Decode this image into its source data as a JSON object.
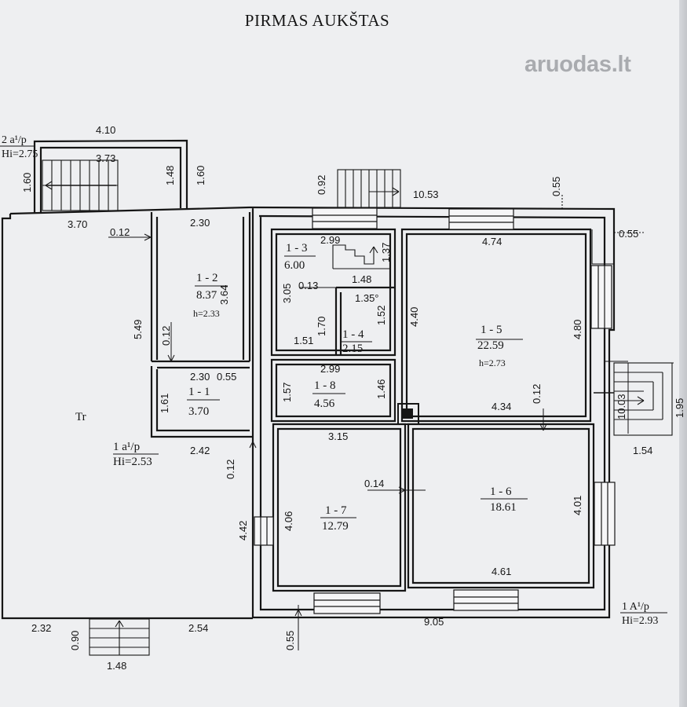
{
  "title": "PIRMAS AUKŠTAS",
  "watermark": "aruodas.lt",
  "rooms": [
    {
      "id": "1 - 1",
      "area": "3.70"
    },
    {
      "id": "1 - 2",
      "area": "8.37",
      "height": "h=2.33"
    },
    {
      "id": "1 - 3",
      "area": "6.00"
    },
    {
      "id": "1 - 4",
      "area": "2.15"
    },
    {
      "id": "1 - 5",
      "area": "22.59",
      "height": "h=2.73"
    },
    {
      "id": "1 - 6",
      "area": "18.61"
    },
    {
      "id": "1 - 7",
      "area": "12.79"
    },
    {
      "id": "1 - 8",
      "area": "4.56"
    }
  ],
  "zones": {
    "tr": "Tr",
    "annex1": {
      "code": "1 a¹/p",
      "height": "Hi=2.53"
    },
    "annex2": {
      "code": "2 a¹/p",
      "height": "Hi=2.75"
    },
    "main": {
      "code": "1 A¹/p",
      "height": "Hi=2.93"
    }
  },
  "dimensions": {
    "d410": "4.10",
    "d373": "3.73",
    "d160a": "1.60",
    "d148a": "1.48",
    "d160b": "1.60",
    "d370": "3.70",
    "d012a": "0.12",
    "d230a": "2.30",
    "d549": "5.49",
    "d364": "3.64",
    "d012b": "0.12",
    "d230b": "2.30",
    "d055a": "0.55",
    "d161": "1.61",
    "d242": "2.42",
    "d012c": "0.12",
    "d442": "4.42",
    "d092": "0.92",
    "d1053": "10.53",
    "d055b": "0.55",
    "d055c": "0.55",
    "d299a": "2.99",
    "d137": "1.37",
    "d148b": "1.48",
    "d305": "3.05",
    "d013": "0.13",
    "d135": "1.35°",
    "d152": "1.52",
    "d170": "1.70",
    "d151": "1.51",
    "d440": "4.40",
    "d474": "4.74",
    "d480": "4.80",
    "d299b": "2.99",
    "d157": "1.57",
    "d146": "1.46",
    "d012d": "0.12",
    "d434": "4.34",
    "d1003": "10.03",
    "d195": "1.95",
    "d154": "1.54",
    "d315": "3.15",
    "d014": "0.14",
    "d406": "4.06",
    "d401": "4.01",
    "d461": "4.61",
    "d232": "2.32",
    "d090": "0.90",
    "d254": "2.54",
    "d055d": "0.55",
    "d905": "9.05",
    "d148c": "1.48"
  }
}
